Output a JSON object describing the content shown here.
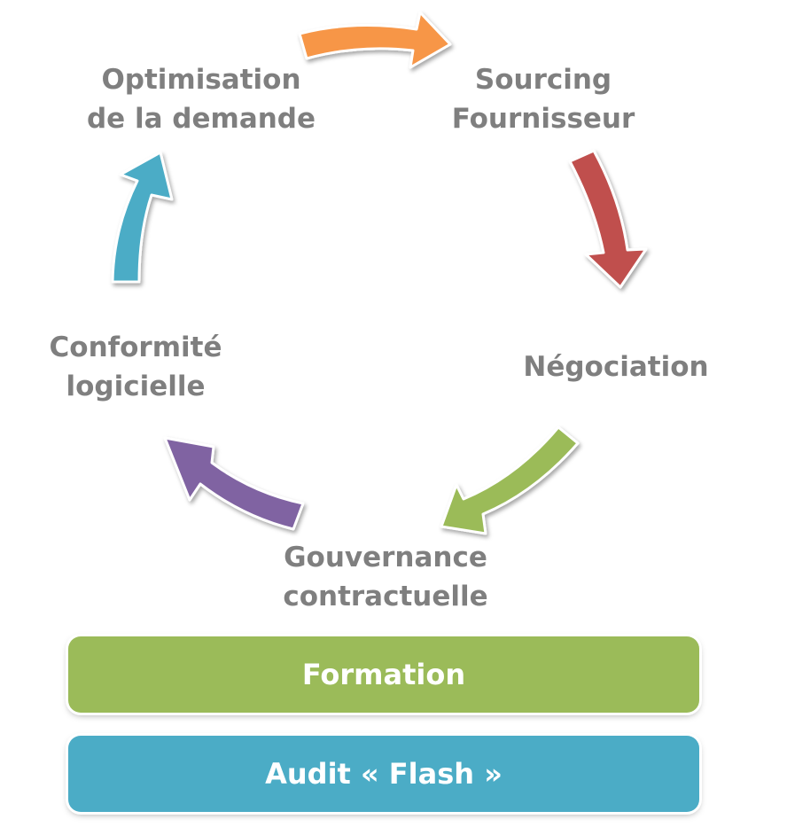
{
  "cycle": {
    "steps": [
      {
        "id": "optimisation",
        "line1": "Optimisation",
        "line2": "de la demande"
      },
      {
        "id": "sourcing",
        "line1": "Sourcing",
        "line2": "Fournisseur"
      },
      {
        "id": "negociation",
        "line1": "Négociation",
        "line2": ""
      },
      {
        "id": "gouvernance",
        "line1": "Gouvernance",
        "line2": "contractuelle"
      },
      {
        "id": "conformite",
        "line1": "Conformité",
        "line2": "logicielle"
      }
    ],
    "arrow_colors": {
      "orange": "#f79646",
      "red": "#c0504d",
      "green": "#9bbb59",
      "purple": "#8064a2",
      "teal": "#4bacc6"
    }
  },
  "bars": {
    "formation": {
      "label": "Formation",
      "color": "#9bbb59"
    },
    "audit": {
      "label": "Audit « Flash »",
      "color": "#4bacc6"
    }
  },
  "label_color": "#7f7f7f"
}
